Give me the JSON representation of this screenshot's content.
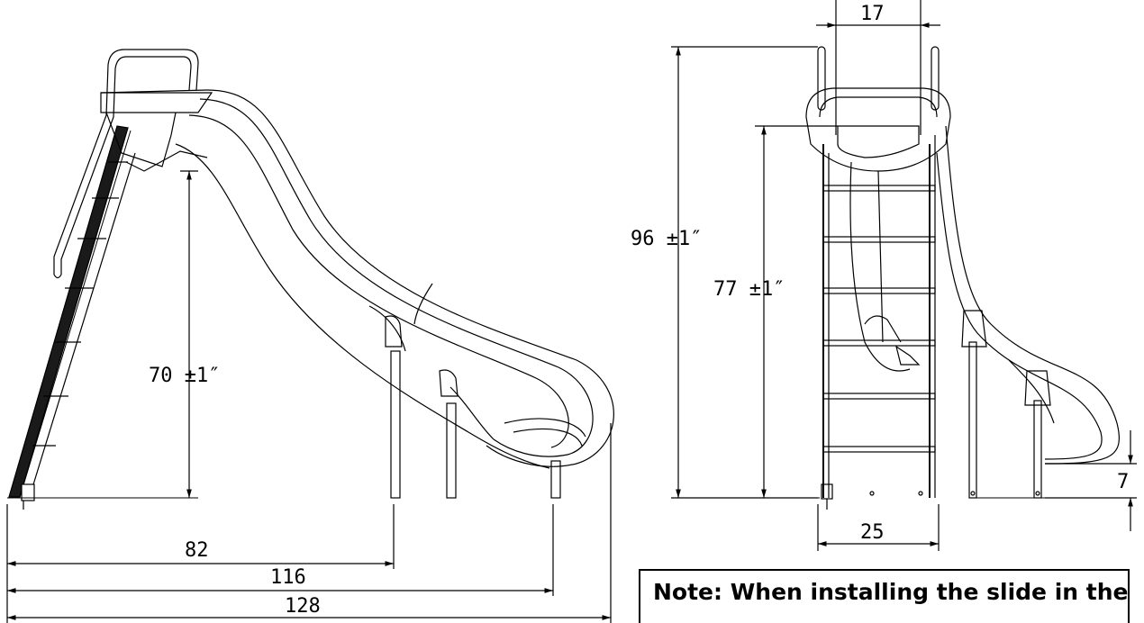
{
  "side_view": {
    "dims": {
      "height": "70  ±1″",
      "len_82": "82",
      "len_116": "116",
      "len_128": "128"
    }
  },
  "front_view": {
    "dims": {
      "top_width": "17",
      "total_height": "96  ±1″",
      "platform_height": "77  ±1″",
      "bottom_width": "25",
      "exit_height": "7"
    }
  },
  "note": {
    "text": "Note: When installing the slide in the"
  }
}
